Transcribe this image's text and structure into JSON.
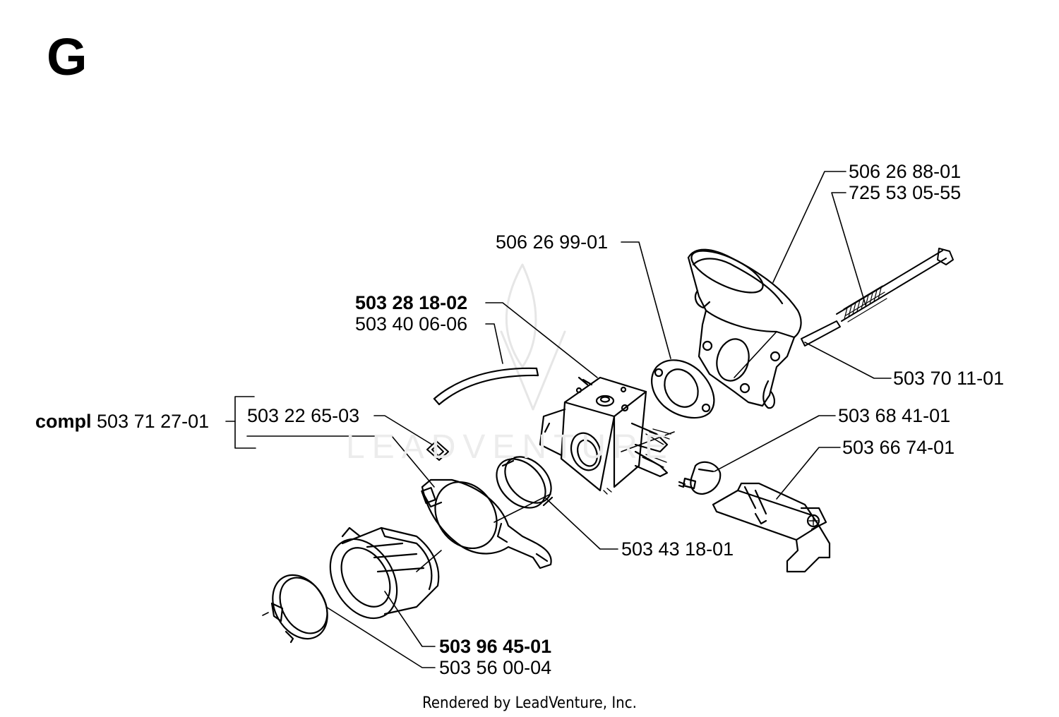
{
  "section": "G",
  "watermark": "LEADVENTURE",
  "footer": "Rendered by LeadVenture, Inc.",
  "labels": {
    "p_506268801": "506 26 88-01",
    "p_725530555": "725 53 05-55",
    "p_506269901": "506 26 99-01",
    "p_503281802": "503 28 18-02",
    "p_503400606": "503 40 06-06",
    "p_503701101": "503 70 11-01",
    "compl_word": "compl",
    "p_503712701": "503 71 27-01",
    "p_503226503": "503 22 65-03",
    "p_503684101": "503 68 41-01",
    "p_503667401": "503 66 74-01",
    "p_503431801": "503 43 18-01",
    "p_503964501": "503 96 45-01",
    "p_503560004": "503 56 00-04"
  }
}
